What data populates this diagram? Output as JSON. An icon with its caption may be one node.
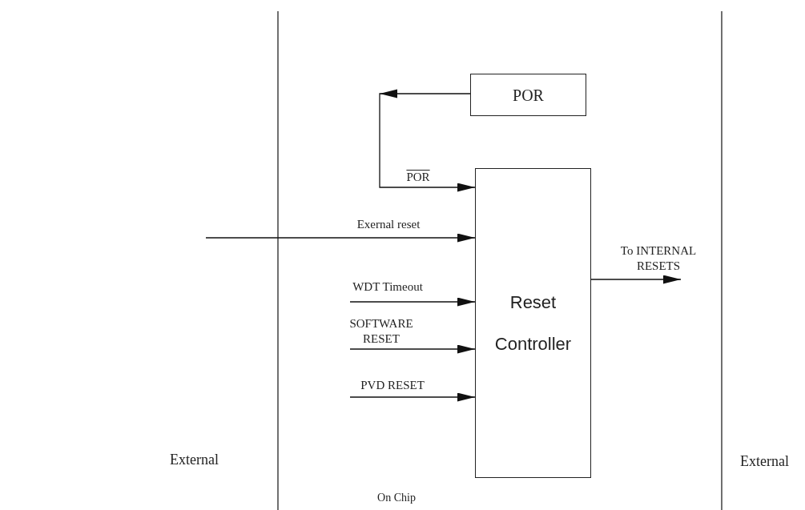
{
  "diagram": {
    "nodes": [
      {
        "text": [
          "POR"
        ]
      },
      {
        "text": [
          "Reset Controller"
        ]
      }
    ],
    "edges": [
      {
        "from": 0,
        "to": 1,
        "arrow": "to",
        "label": "POR"
      },
      {
        "from": null,
        "to": 1,
        "arrow": "to",
        "label": "Exernal reset"
      },
      {
        "from": null,
        "to": 1,
        "arrow": "to",
        "label": "WDT Timeout"
      },
      {
        "from": null,
        "to": 1,
        "arrow": "to",
        "label": "SOFTWARE RESET"
      },
      {
        "from": null,
        "to": 1,
        "arrow": "to",
        "label": "PVD RESET"
      },
      {
        "from": 1,
        "to": null,
        "arrow": "to",
        "label": "To INTERNAL RESETS"
      }
    ],
    "labels": [
      "External",
      "On Chip",
      "External"
    ]
  }
}
